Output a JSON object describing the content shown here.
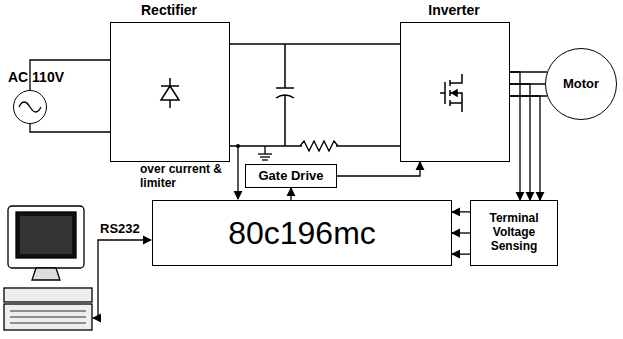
{
  "diagram": {
    "nodes": [
      {
        "text": [
          "AC 110V"
        ]
      },
      {
        "text": [
          "Rectifier"
        ]
      },
      {
        "text": [
          "Inverter"
        ]
      },
      {
        "text": [
          "Motor"
        ]
      },
      {
        "text": [
          "Gate Drive"
        ]
      },
      {
        "text": [
          "80c196mc"
        ]
      },
      {
        "text": [
          "Terminal Voltage Sensing"
        ]
      }
    ],
    "edges": [
      {
        "from": 0,
        "to": 1,
        "arrow": "none"
      },
      {
        "from": 1,
        "to": 2,
        "arrow": "none"
      },
      {
        "from": 2,
        "to": 3,
        "arrow": "none"
      },
      {
        "from": 2,
        "to": 6,
        "arrow": "to"
      },
      {
        "from": 4,
        "to": 2,
        "arrow": "to"
      },
      {
        "from": 5,
        "to": 4,
        "arrow": "to"
      },
      {
        "from": 6,
        "to": 5,
        "arrow": "to"
      }
    ],
    "labels": [
      "over current & limiter",
      "RS232"
    ]
  }
}
